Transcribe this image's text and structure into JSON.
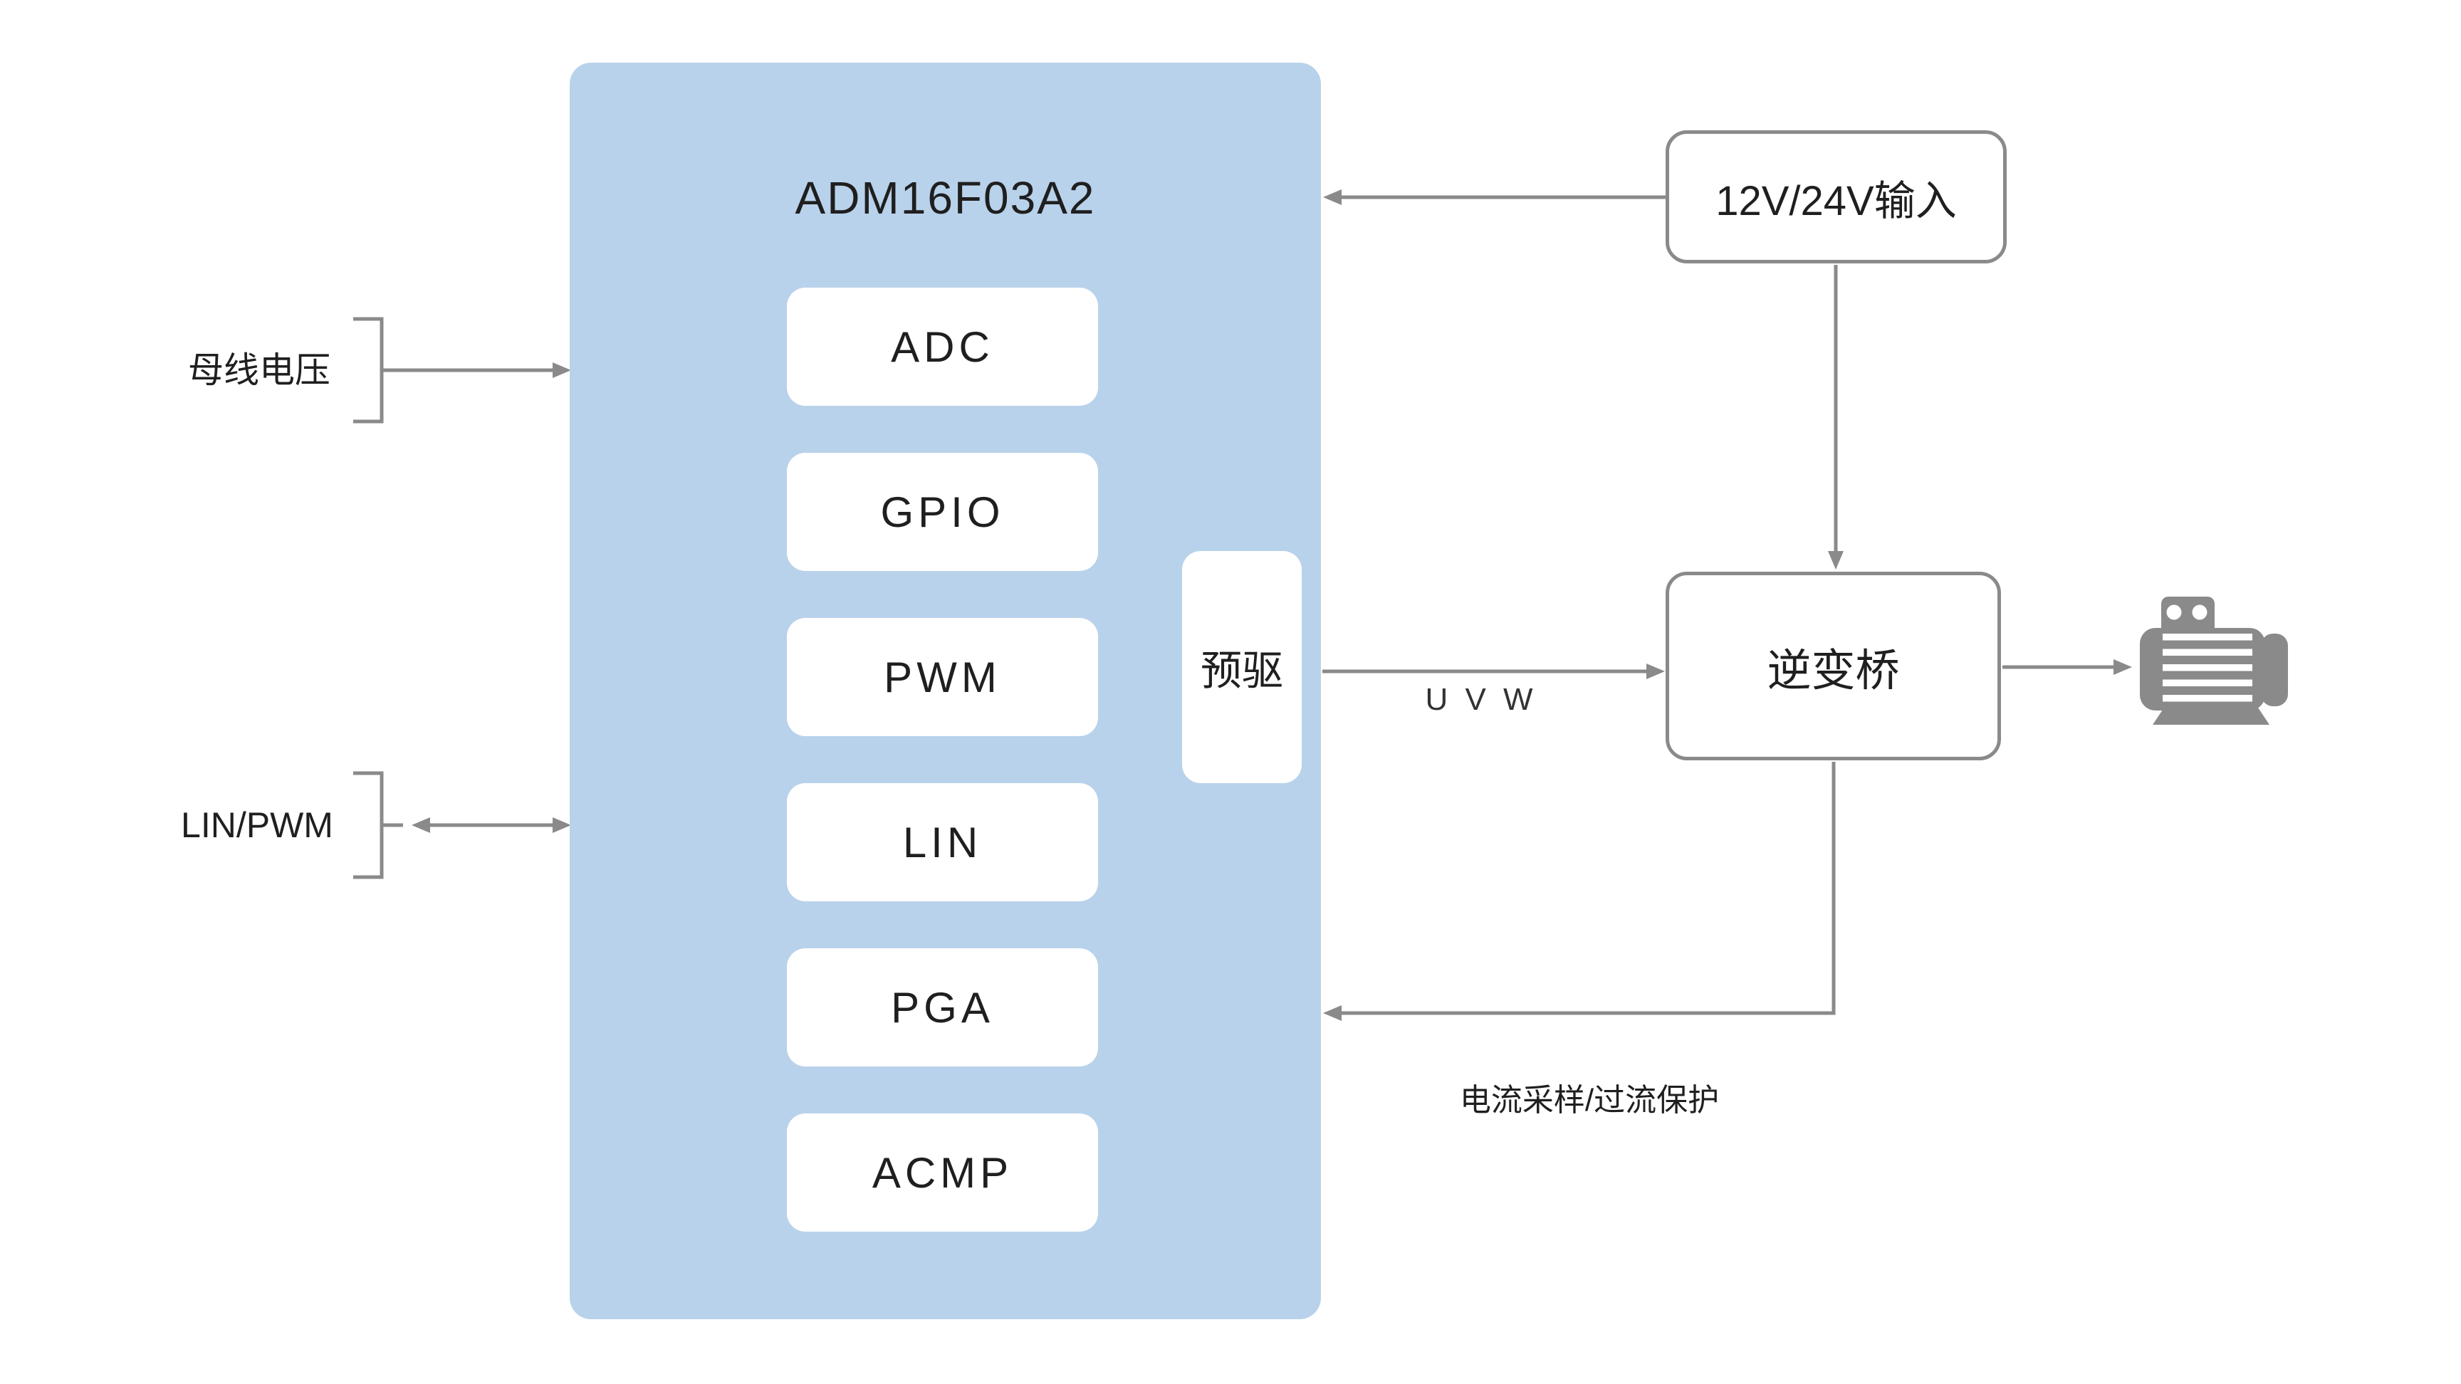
{
  "colors": {
    "background": "#ffffff",
    "panel": "#b9d2eb",
    "block": "#ffffff",
    "line": "#8a8a8a",
    "border": "#8a8a8a",
    "text": "#1f1f1f",
    "icon": "#8a8a8a"
  },
  "chip": {
    "title": "ADM16F03A2",
    "blocks": [
      "ADC",
      "GPIO",
      "PWM",
      "LIN",
      "PGA",
      "ACMP"
    ],
    "predriver": "预驱"
  },
  "left_ports": [
    {
      "label": "母线电压",
      "direction": "input"
    },
    {
      "label": "LIN/PWM",
      "direction": "bidirectional"
    }
  ],
  "power_box": {
    "label": "12V/24V输入"
  },
  "inverter_box": {
    "label": "逆变桥"
  },
  "wire_labels": {
    "uvw": "U V W",
    "feedback": "电流采样/过流保护"
  },
  "icons": {
    "motor": "motor-icon"
  }
}
